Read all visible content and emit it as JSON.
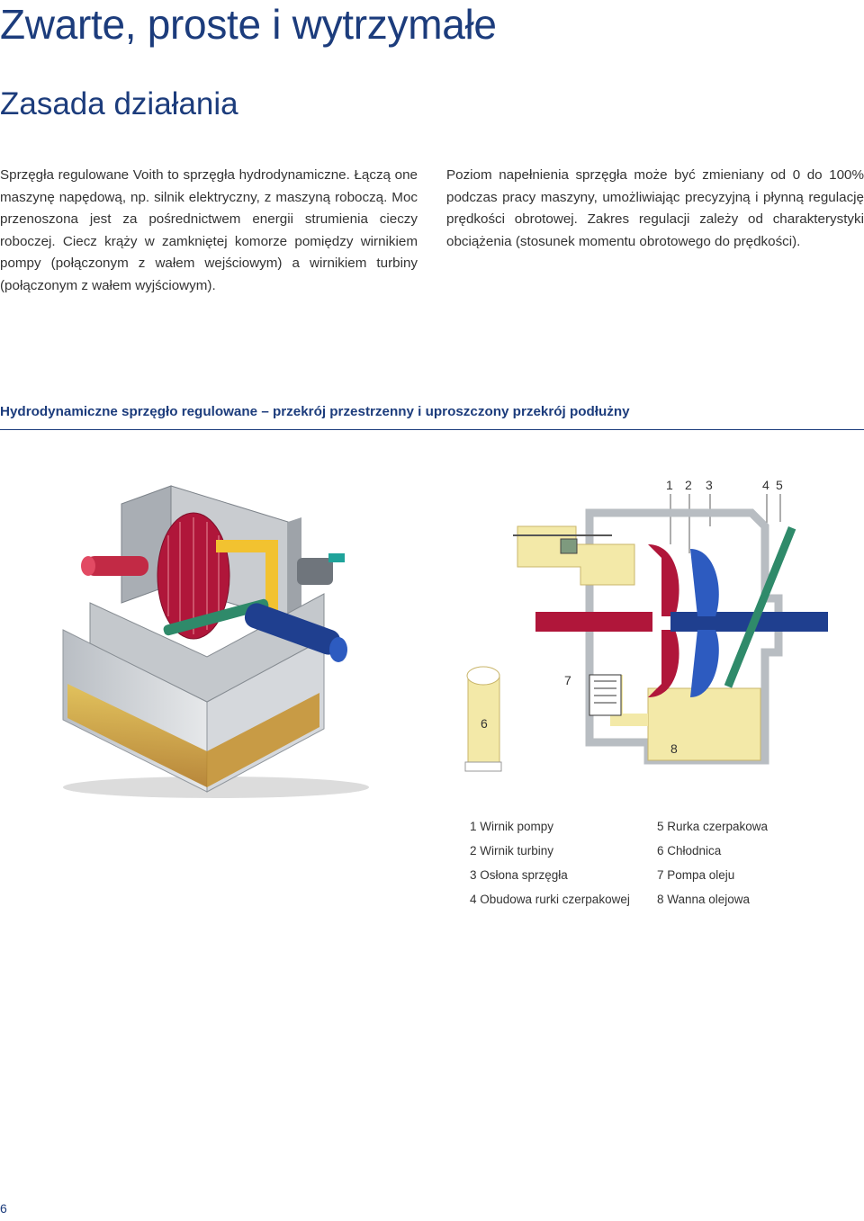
{
  "header": {
    "title": "Zwarte, proste i wytrzymałe",
    "subtitle": "Zasada działania"
  },
  "body": {
    "left_paragraph": "Sprzęgła regulowane Voith to sprzęgła hydrodynamiczne. Łączą one maszynę napędową, np. silnik elektryczny, z maszyną roboczą. Moc przenoszona jest za pośrednictwem energii strumienia cieczy roboczej. Ciecz krąży w zamkniętej komorze pomiędzy wirnikiem pompy (połączonym z wałem wejściowym) a wirnikiem turbiny (połączonym z wałem wyjściowym).",
    "right_paragraph": "Poziom napełnienia sprzęgła może być zmieniany od 0 do 100% podczas pracy maszyny, umożliwiając precyzyjną i płynną regulację prędkości obrotowej. Zakres regulacji zależy od charakterystyki obciążenia (stosunek momentu obrotowego do prędkości)."
  },
  "figure": {
    "heading": "Hydrodynamiczne sprzęgło regulowane – przekrój przestrzenny i uproszczony przekrój podłużny",
    "callouts": {
      "n1": "1",
      "n2": "2",
      "n3": "3",
      "n4": "4",
      "n5": "5",
      "n6": "6",
      "n7": "7",
      "n8": "8"
    },
    "legend_left": [
      "1 Wirnik pompy",
      "2 Wirnik turbiny",
      "3 Osłona sprzęgła",
      "4 Obudowa rurki czerpakowej"
    ],
    "legend_right": [
      "5 Rurka czerpakowa",
      "6 Chłodnica",
      "7 Pompa oleju",
      "8 Wanna olejowa"
    ],
    "colors": {
      "housing_grey": "#c8ccd0",
      "oil_yellow": "#f3e9a8",
      "pump_red": "#b0163a",
      "turbine_blue": "#1f3f8f",
      "tube_green": "#2f8a6a"
    }
  },
  "footer": {
    "page_number": "6"
  }
}
